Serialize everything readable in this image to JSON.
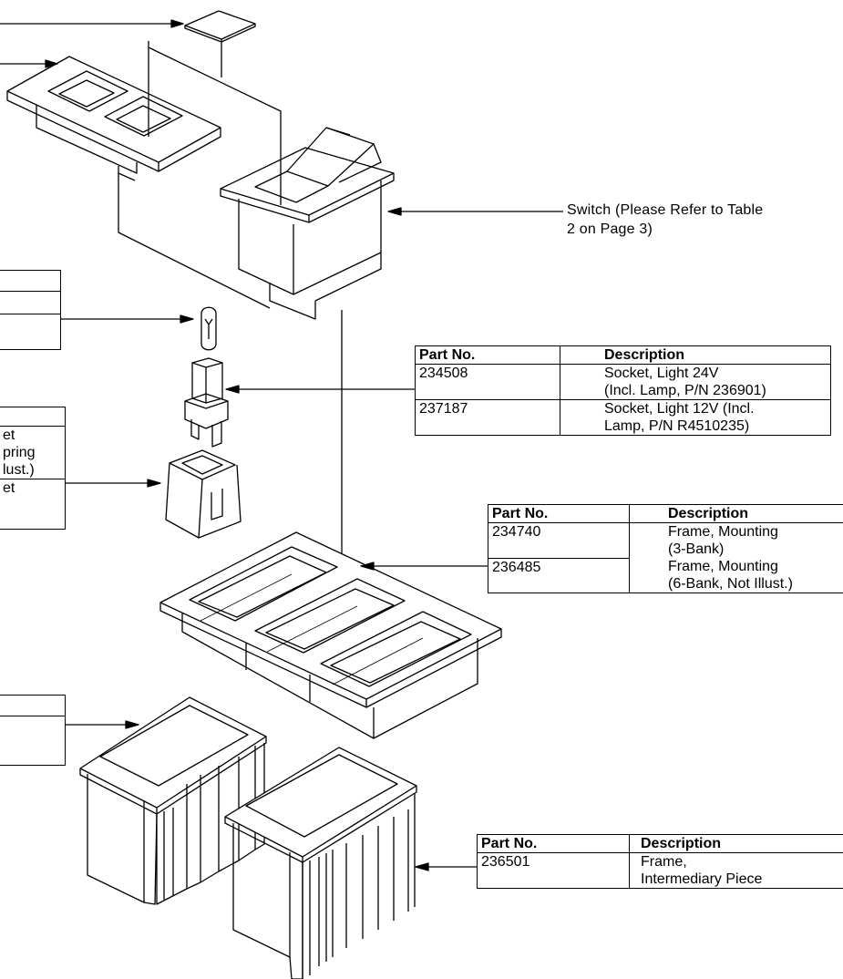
{
  "switch_callout": {
    "line1": "Switch (Please Refer to Table",
    "line2": "2 on Page 3)"
  },
  "socket_table": {
    "header": [
      "Part No.",
      "Description"
    ],
    "rows": [
      {
        "part": "234508",
        "desc1": "Socket, Light 24V",
        "desc2": "(Incl. Lamp, P/N 236901)"
      },
      {
        "part": "237187",
        "desc1": "Socket, Light 12V (Incl.",
        "desc2": "Lamp, P/N R4510235)"
      }
    ]
  },
  "frame_table": {
    "header": [
      "Part No.",
      "Description"
    ],
    "rows": [
      {
        "part": "234740",
        "desc1": "Frame, Mounting",
        "desc2": "(3-Bank)"
      },
      {
        "part": "236485",
        "desc1": "Frame, Mounting",
        "desc2": "(6-Bank, Not Illust.)"
      }
    ]
  },
  "intermediary_table": {
    "header": [
      "Part No.",
      "Description"
    ],
    "rows": [
      {
        "part": "236501",
        "desc1": "Frame,",
        "desc2": "Intermediary Piece"
      }
    ]
  },
  "left_fragment": {
    "lines": [
      "et",
      "pring",
      "lust.)",
      "et"
    ]
  }
}
